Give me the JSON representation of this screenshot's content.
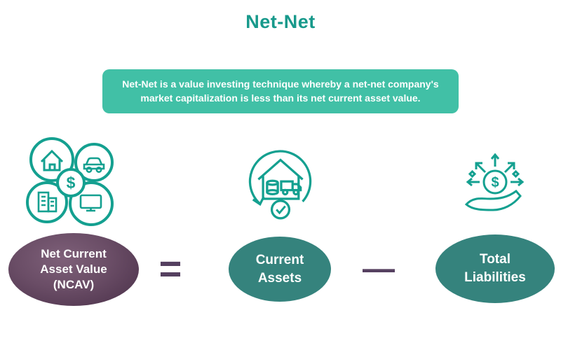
{
  "title": "Net-Net",
  "banner": {
    "text": "Net-Net is a value investing technique whereby a net-net company's market capitalization is less than its net current asset value."
  },
  "equation": {
    "ncav_label": "Net Current Asset Value (NCAV)",
    "equals_sign": "=",
    "current_assets_label": "Current Assets",
    "minus_sign": "—",
    "total_liabilities_label": "Total Liabilities"
  },
  "icons": {
    "dollar_glyph": "$"
  },
  "colors": {
    "accent_teal": "#17998b",
    "banner_bg": "#41c0a6",
    "ellipse_teal": "#35837d",
    "ellipse_purple": "#553a53",
    "operator_purple": "#554060"
  }
}
